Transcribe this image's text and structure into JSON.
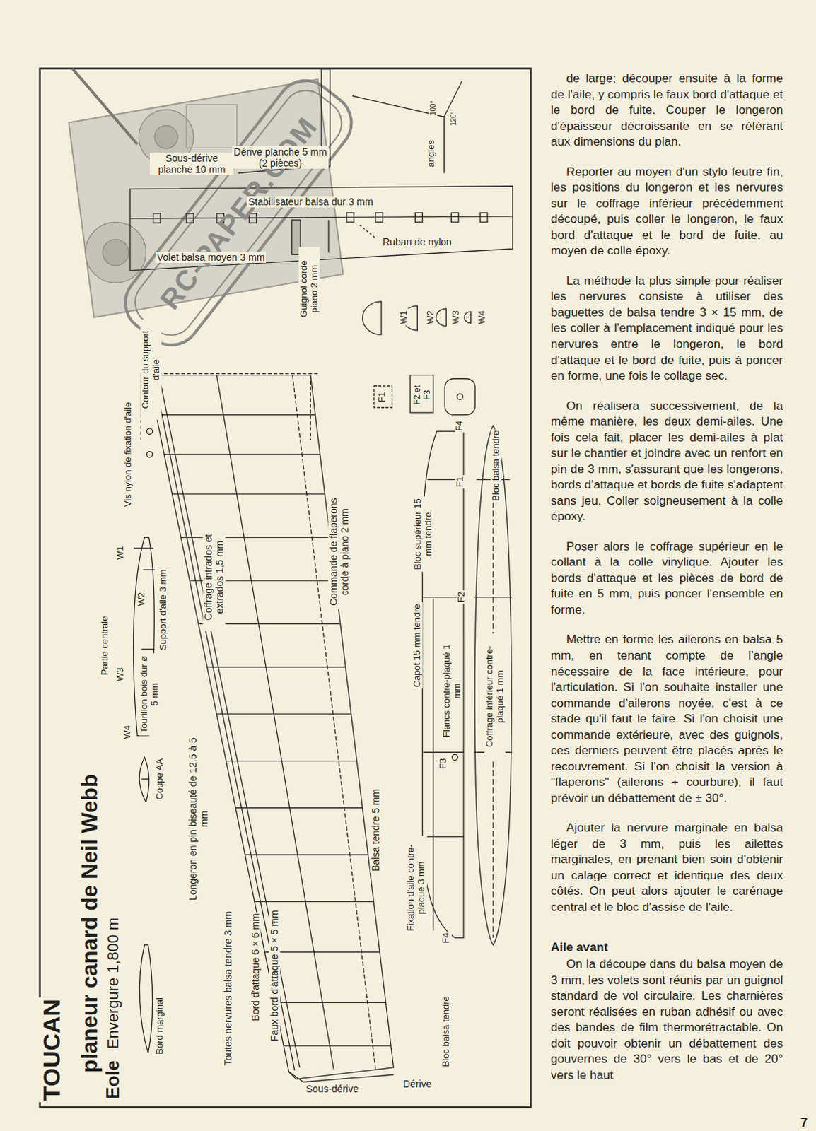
{
  "diagram": {
    "title": "TOUCAN",
    "labels": [
      "planeur canard de Neil Webb",
      "Eole",
      "Envergure 1,800 m",
      "RC-PAPER.COM",
      "Sous-dérive planche 10 mm",
      "Dérive planche 5 mm (2 pièces)",
      "angles",
      "100°",
      "120°",
      "Stabilisateur balsa dur 3 mm",
      "Ruban de nylon",
      "Volet balsa moyen 3 mm",
      "Guignol corde piano 2 mm",
      "Contour du support d'aile",
      "W1",
      "W2",
      "W3",
      "W4",
      "F1",
      "F2 et F3",
      "F4",
      "Vis nylon de fixation d'aile",
      "W1",
      "W2",
      "Partie centrale",
      "W3",
      "Support d'aile 3 mm",
      "Tourillon bois dur ø 5 mm",
      "W4",
      "Coffrage intrados et extrados 1,5 mm",
      "Commande de flaperons corde à piano 2 mm",
      "Bloc supérieur 15 mm tendre",
      "F1",
      "Bloc balsa tendre",
      "Capot 15 mm tendre",
      "F2",
      "Flancs contre-plaqué 1 mm",
      "Coffrage inférieur contre-plaqué 1 mm",
      "F3",
      "Coupe AA",
      "Longeron en pin biseauté de 12,5 à 5 mm",
      "Balsa tendre 5 mm",
      "Fixation d'aile contre-plaqué 3 mm",
      "Toutes nervures balsa tendre 3 mm",
      "Bord d'attaque 6 × 6 mm",
      "Faux bord d'attaque 5 × 5 mm",
      "F4",
      "Bord marginal",
      "Bloc balsa tendre",
      "Sous-dérive",
      "Dérive",
      "de large; découper ensuite à la forme de l'aile, y compris le faux bord d'attaque et le bord de fuite. Couper le longeron d'épaisseur décroissante en se référant aux dimensions du plan.",
      "Reporter au moyen d'un stylo feutre fin, les positions du longeron et les nervures sur le coffrage inférieur précédemment découpé, puis coller le longeron, le faux bord d'attaque et le bord de fuite, au moyen de colle époxy.",
      "La méthode la plus simple pour réaliser les nervures consiste à utiliser des baguettes de balsa tendre 3 × 15 mm, de les coller à l'emplacement indiqué pour les nervures entre le longeron, le bord d'attaque et le bord de fuite, puis à poncer en forme, une fois le collage sec.",
      "On réalisera successivement, de la même manière, les deux demi-ailes. Une fois cela fait, placer les demi-ailes à plat sur le chantier et joindre avec un renfort en pin de 3 mm, s'assurant que les longerons, bords d'attaque et bords de fuite s'adaptent sans jeu. Coller soigneusement à la colle époxy.",
      "Poser alors le coffrage supérieur en le collant à la colle vinylique. Ajouter les bords d'attaque et les pièces de bord de fuite en 5 mm, puis poncer l'ensemble en forme.",
      "Mettre en forme les ailerons en balsa 5 mm, en tenant compte de l'angle nécessaire de la face intérieure, pour l'articulation. Si l'on souhaite installer une commande d'ailerons noyée, c'est à ce stade qu'il faut le faire. Si l'on choisit une commande extérieure, avec des guignols, ces derniers peuvent être placés après le recouvrement. Si l'on choisit la version à \"flaperons\" (ailerons + courbure), il faut prévoir un débattement de ± 30°.",
      "Ajouter la nervure marginale en balsa léger de 3 mm, puis les ailettes marginales, en prenant bien soin d'obtenir un calage correct et identique des deux côtés. On peut alors ajouter le carénage central et le bloc d'assise de l'aile.",
      "Aile avant",
      "On la découpe dans du balsa moyen de 3 mm, les volets sont réunis par un guignol standard de vol circulaire. Les charnières seront réalisées en ruban adhésif ou avec des bandes de film thermorétractable. On doit pouvoir obtenir un débattement des gouvernes de 30° vers le bas et de 20° vers le haut",
      "7"
    ]
  }
}
